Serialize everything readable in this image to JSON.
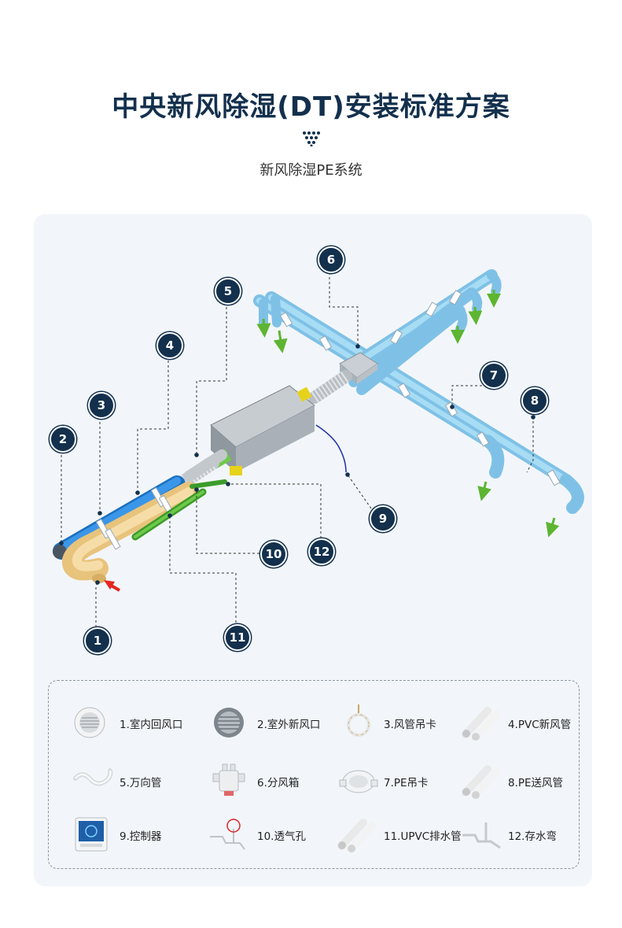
{
  "header": {
    "title": "中央新风除湿(DT)安装标准方案",
    "subtitle": "新风除湿PE系统"
  },
  "diagram": {
    "callouts": [
      "1",
      "2",
      "3",
      "4",
      "5",
      "6",
      "7",
      "8",
      "9",
      "10",
      "11",
      "12"
    ]
  },
  "legend": {
    "items": [
      {
        "label": "1.室内回风口",
        "icon": "indoor-return-vent-icon"
      },
      {
        "label": "2.室外新风口",
        "icon": "outdoor-fresh-air-vent-icon"
      },
      {
        "label": "3.风管吊卡",
        "icon": "duct-hanger-icon"
      },
      {
        "label": "4.PVC新风管",
        "icon": "pvc-pipe-icon"
      },
      {
        "label": "5.万向管",
        "icon": "flexible-hose-icon"
      },
      {
        "label": "6.分风箱",
        "icon": "air-distribution-box-icon"
      },
      {
        "label": "7.PE吊卡",
        "icon": "pe-clamp-icon"
      },
      {
        "label": "8.PE送风管",
        "icon": "pe-supply-pipe-icon"
      },
      {
        "label": "9.控制器",
        "icon": "controller-icon"
      },
      {
        "label": "10.透气孔",
        "icon": "vent-hole-icon"
      },
      {
        "label": "11.UPVC排水管",
        "icon": "upvc-drain-pipe-icon"
      },
      {
        "label": "12.存水弯",
        "icon": "water-trap-icon"
      }
    ]
  },
  "colors": {
    "navy": "#13304d",
    "pe_pipe": "#8ecdef",
    "pvc_blue": "#1f7fd6",
    "return_pipe": "#f3d08e",
    "arrow_green": "#5db531",
    "arrow_red": "#e5261f"
  }
}
